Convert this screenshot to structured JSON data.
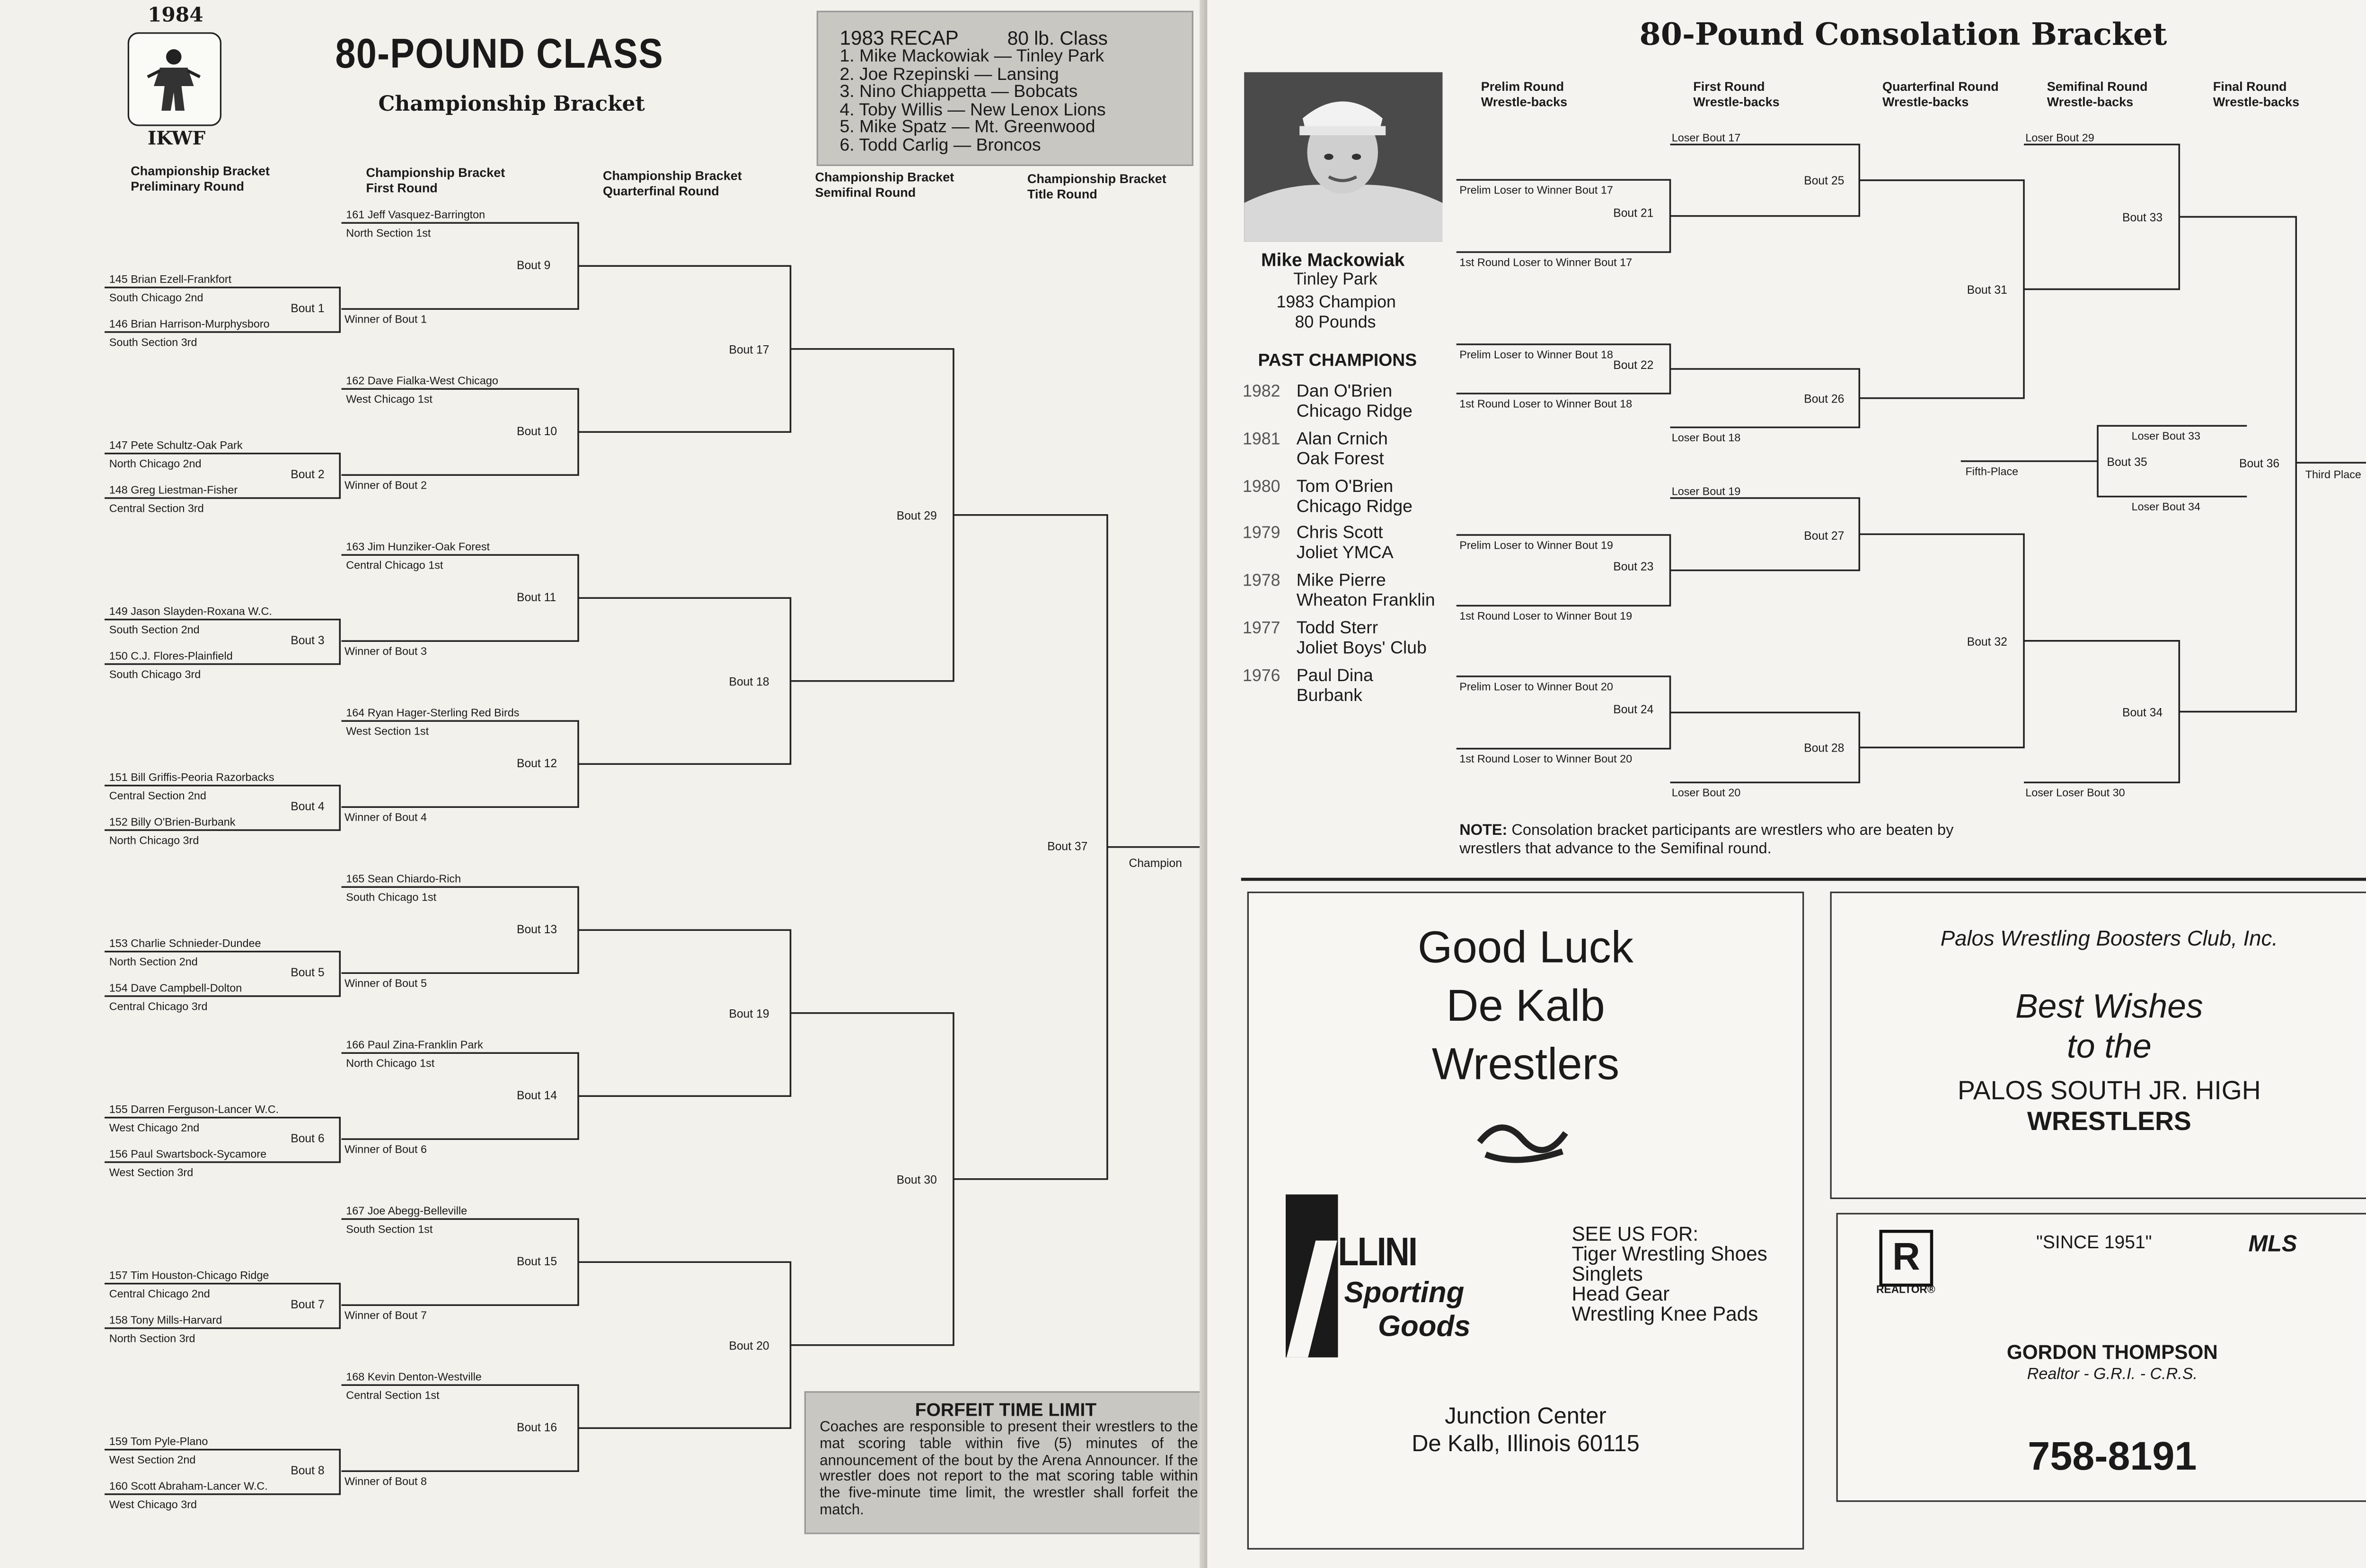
{
  "left": {
    "year": "1984",
    "org": "IKWF",
    "title": "80-POUND CLASS",
    "subtitle": "Championship Bracket",
    "recap": {
      "title": "1983 RECAP",
      "class": "80 lb. Class",
      "items": [
        "1. Mike Mackowiak — Tinley Park",
        "2. Joe Rzepinski — Lansing",
        "3. Nino Chiappetta — Bobcats",
        "4. Toby Willis — New Lenox Lions",
        "5. Mike Spatz — Mt. Greenwood",
        "6. Todd Carlig — Broncos"
      ]
    },
    "columns": [
      [
        "Championship Bracket",
        "Preliminary Round"
      ],
      [
        "Championship Bracket",
        "First Round"
      ],
      [
        "Championship Bracket",
        "Quarterfinal Round"
      ],
      [
        "Championship Bracket",
        "Semifinal Round"
      ],
      [
        "Championship Bracket",
        "Title Round"
      ]
    ],
    "prelim": [
      {
        "a": "145 Brian Ezell-Frankfort",
        "a_sec": "South Chicago 2nd",
        "b": "146 Brian Harrison-Murphysboro",
        "b_sec": "South Section 3rd",
        "bout": "Bout 1"
      },
      {
        "a": "147 Pete Schultz-Oak Park",
        "a_sec": "North Chicago 2nd",
        "b": "148 Greg Liestman-Fisher",
        "b_sec": "Central Section 3rd",
        "bout": "Bout 2"
      },
      {
        "a": "149 Jason Slayden-Roxana W.C.",
        "a_sec": "South Section 2nd",
        "b": "150 C.J. Flores-Plainfield",
        "b_sec": "South Chicago 3rd",
        "bout": "Bout 3"
      },
      {
        "a": "151 Bill Griffis-Peoria Razorbacks",
        "a_sec": "Central Section 2nd",
        "b": "152 Billy O'Brien-Burbank",
        "b_sec": "North Chicago 3rd",
        "bout": "Bout 4"
      },
      {
        "a": "153 Charlie Schnieder-Dundee",
        "a_sec": "North Section 2nd",
        "b": "154 Dave Campbell-Dolton",
        "b_sec": "Central Chicago 3rd",
        "bout": "Bout 5"
      },
      {
        "a": "155 Darren Ferguson-Lancer W.C.",
        "a_sec": "West Chicago 2nd",
        "b": "156 Paul Swartsbock-Sycamore",
        "b_sec": "West Section 3rd",
        "bout": "Bout 6"
      },
      {
        "a": "157 Tim Houston-Chicago Ridge",
        "a_sec": "Central Chicago 2nd",
        "b": "158 Tony Mills-Harvard",
        "b_sec": "North Section 3rd",
        "bout": "Bout 7"
      },
      {
        "a": "159 Tom Pyle-Plano",
        "a_sec": "West Section 2nd",
        "b": "160 Scott Abraham-Lancer W.C.",
        "b_sec": "West Chicago 3rd",
        "bout": "Bout 8"
      }
    ],
    "first": [
      {
        "name": "161 Jeff Vasquez-Barrington",
        "sec": "North Section 1st",
        "winner": "Winner of Bout 1",
        "bout": "Bout 9"
      },
      {
        "name": "162 Dave Fialka-West Chicago",
        "sec": "West Chicago 1st",
        "winner": "Winner of Bout 2",
        "bout": "Bout 10"
      },
      {
        "name": "163 Jim Hunziker-Oak Forest",
        "sec": "Central Chicago 1st",
        "winner": "Winner of Bout 3",
        "bout": "Bout 11"
      },
      {
        "name": "164 Ryan Hager-Sterling Red Birds",
        "sec": "West Section 1st",
        "winner": "Winner of Bout 4",
        "bout": "Bout 12"
      },
      {
        "name": "165 Sean Chiardo-Rich",
        "sec": "South Chicago 1st",
        "winner": "Winner of Bout 5",
        "bout": "Bout 13"
      },
      {
        "name": "166 Paul Zina-Franklin Park",
        "sec": "North Chicago 1st",
        "winner": "Winner of Bout 6",
        "bout": "Bout 14"
      },
      {
        "name": "167 Joe Abegg-Belleville",
        "sec": "South Section 1st",
        "winner": "Winner of Bout 7",
        "bout": "Bout 15"
      },
      {
        "name": "168 Kevin Denton-Westville",
        "sec": "Central Section 1st",
        "winner": "Winner of Bout 8",
        "bout": "Bout 16"
      }
    ],
    "quarter_bouts": [
      "Bout 17",
      "Bout 18",
      "Bout 19",
      "Bout 20"
    ],
    "semi_bouts": [
      "Bout 29",
      "Bout 30"
    ],
    "title_bout": "Bout 37",
    "champion": "Champion",
    "forfeit": {
      "title": "FORFEIT TIME LIMIT",
      "text": "Coaches are responsible to present their wrestlers to the mat scoring table within five (5) minutes of the announcement of the bout by the Arena Announcer. If the wrestler does not report to the mat scoring table within the five-minute time limit, the wrestler shall forfeit the match."
    }
  },
  "right": {
    "title": "80-Pound Consolation Bracket",
    "columns": [
      [
        "Prelim Round",
        "Wrestle-backs"
      ],
      [
        "First Round",
        "Wrestle-backs"
      ],
      [
        "Quarterfinal Round",
        "Wrestle-backs"
      ],
      [
        "Semifinal Round",
        "Wrestle-backs"
      ],
      [
        "Final Round",
        "Wrestle-backs"
      ]
    ],
    "champion": {
      "name": "Mike Mackowiak",
      "town": "Tinley Park",
      "line1": "1983 Champion",
      "line2": "80 Pounds"
    },
    "past_title": "PAST CHAMPIONS",
    "past": [
      {
        "year": "1982",
        "name": "Dan O'Brien",
        "club": "Chicago Ridge"
      },
      {
        "year": "1981",
        "name": "Alan Crnich",
        "club": "Oak Forest"
      },
      {
        "year": "1980",
        "name": "Tom O'Brien",
        "club": "Chicago Ridge"
      },
      {
        "year": "1979",
        "name": "Chris Scott",
        "club": "Joliet YMCA"
      },
      {
        "year": "1978",
        "name": "Mike Pierre",
        "club": "Wheaton Franklin"
      },
      {
        "year": "1977",
        "name": "Todd Sterr",
        "club": "Joliet Boys' Club"
      },
      {
        "year": "1976",
        "name": "Paul Dina",
        "club": "Burbank"
      }
    ],
    "cons_prelim": [
      {
        "top": "Prelim Loser to Winner Bout 17",
        "bot": "1st Round Loser to Winner Bout 17",
        "bout": "Bout 21"
      },
      {
        "top": "Prelim Loser to Winner Bout 18",
        "bot": "1st Round Loser to Winner Bout 18",
        "bout": "Bout 22"
      },
      {
        "top": "Prelim Loser to Winner Bout 19",
        "bot": "1st Round Loser to Winner Bout 19",
        "bout": "Bout 23"
      },
      {
        "top": "Prelim Loser to Winner Bout 20",
        "bot": "1st Round Loser to Winner Bout 20",
        "bout": "Bout 24"
      }
    ],
    "cons_first": [
      {
        "label": "Loser Bout 17",
        "bout": "Bout 25"
      },
      {
        "label": "Loser Bout 18",
        "bout": "Bout 26"
      },
      {
        "label": "Loser Bout 19",
        "bout": "Bout 27"
      },
      {
        "label": "Loser Bout 20",
        "bout": "Bout 28"
      }
    ],
    "cons_quarter": [
      "Bout 31",
      "Bout 32"
    ],
    "cons_semi": [
      {
        "label": "Loser Bout 29",
        "bout": "Bout 33"
      },
      {
        "label": "Loser Loser Bout 30",
        "bout": "Bout 34"
      }
    ],
    "final": {
      "loser33": "Loser Bout 33",
      "loser34": "Loser Bout 34",
      "bout35": "Bout 35",
      "bout36": "Bout 36",
      "fifth": "Fifth-Place",
      "third": "Third Place"
    },
    "note_label": "NOTE:",
    "note": "Consolation bracket participants are wrestlers who are beaten by wrestlers that advance to the Semifinal round.",
    "ad_dekalb": {
      "l1": "Good Luck",
      "l2": "De Kalb",
      "l3": "Wrestlers",
      "logo1": "LLINI",
      "logo2": "Sporting",
      "logo3": "Goods",
      "see": "SEE US FOR:",
      "items": [
        "Tiger Wrestling Shoes",
        "Singlets",
        "Head Gear",
        "Wrestling Knee Pads"
      ],
      "addr1": "Junction Center",
      "addr2": "De Kalb, Illinois 60115"
    },
    "ad_palos": {
      "club": "Palos Wrestling Boosters Club, Inc.",
      "best1": "Best Wishes",
      "best2": "to the",
      "school": "PALOS SOUTH JR. HIGH",
      "wrestlers": "WRESTLERS"
    },
    "ad_realtor": {
      "logo": "R",
      "realtor": "REALTOR®",
      "since": "\"SINCE 1951\"",
      "mls": "MLS",
      "name": "GORDON THOMPSON",
      "cred": "Realtor - G.R.I. - C.R.S.",
      "phone": "758-8191"
    }
  }
}
